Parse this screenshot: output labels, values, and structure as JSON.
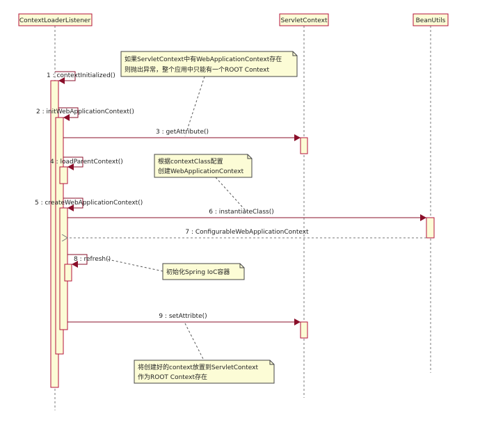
{
  "participants": [
    {
      "label": "ContextLoaderListener"
    },
    {
      "label": "ServletContext"
    },
    {
      "label": "BeanUtils"
    }
  ],
  "messages": [
    {
      "label": "1 : contextInitialized()"
    },
    {
      "label": "2 : initWebApplicationContext()"
    },
    {
      "label": "3 : getAttribute()"
    },
    {
      "label": "4 : loadParentContext()"
    },
    {
      "label": "5 : createWebApplicationContext()"
    },
    {
      "label": "6 : instantiateClass()"
    },
    {
      "label": "7 : ConfigurableWebApplicationContext"
    },
    {
      "label": "8 : refresh()"
    },
    {
      "label": "9 : setAttribte()"
    }
  ],
  "notes": [
    {
      "lines": [
        "如果ServletContext中有WebApplicationContext存在",
        "则抛出异常，整个应用中只能有一个ROOT Context"
      ]
    },
    {
      "lines": [
        "根据contextClass配置",
        "创建WebApplicationContext"
      ]
    },
    {
      "lines": [
        "初始化Spring IoC容器"
      ]
    },
    {
      "lines": [
        "将创建好的context放置到ServletContext",
        "作为ROOT Context存在"
      ]
    }
  ]
}
